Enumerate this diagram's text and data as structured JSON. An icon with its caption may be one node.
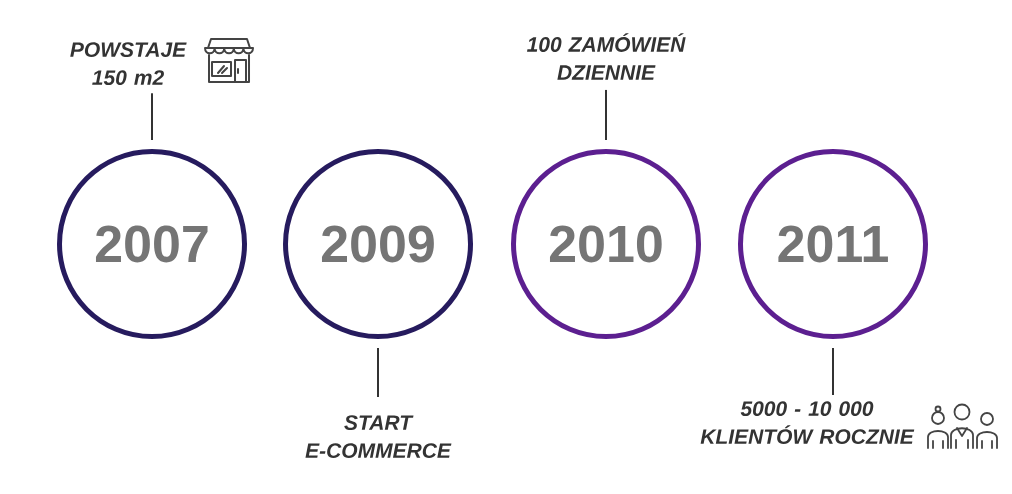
{
  "diagram": {
    "nodes": [
      {
        "text": [
          "POWSTAJE 150 m2"
        ]
      },
      {
        "text": [
          "100 ZAMÓWIEŃ DZIENNIE"
        ]
      },
      {
        "text": [
          "2007"
        ]
      },
      {
        "text": [
          "2009"
        ]
      },
      {
        "text": [
          "2010"
        ]
      },
      {
        "text": [
          "2011"
        ]
      },
      {
        "text": [
          "START E-COMMERCE"
        ]
      },
      {
        "text": [
          "5000 - 10 000 KLIENTÓW ROCZNIE"
        ]
      }
    ],
    "edges": [
      {
        "from": 0,
        "to": 2,
        "arrow": "none"
      },
      {
        "from": 1,
        "to": 4,
        "arrow": "none"
      },
      {
        "from": 3,
        "to": 6,
        "arrow": "none"
      },
      {
        "from": 5,
        "to": 7,
        "arrow": "none"
      }
    ]
  }
}
